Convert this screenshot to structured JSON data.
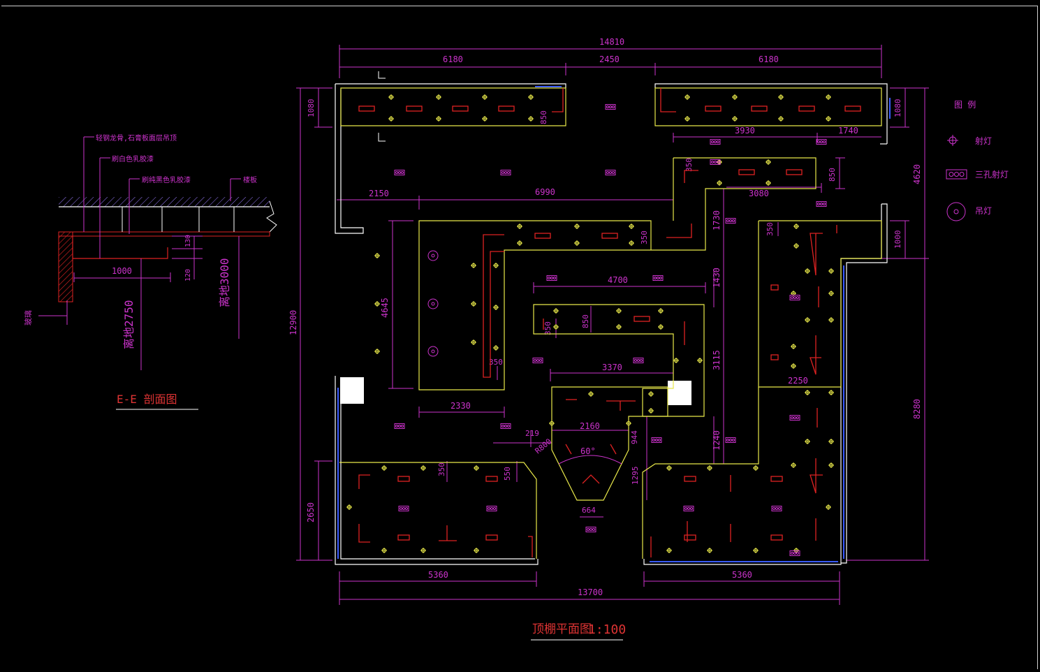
{
  "colors": {
    "background": "#000000",
    "dimension": "#cc33cc",
    "wall": "#ffffff",
    "ceiling_edge": "#e8e84a",
    "light_fixture": "#dd2222",
    "spotlight": "#e8e84a",
    "title_red": "#dd3333",
    "glass": "#3a5bff"
  },
  "plan": {
    "title": "顶棚平面图",
    "scale": "1:100",
    "dims_top": [
      "14810",
      "6180",
      "2450",
      "6180"
    ],
    "dims_bottom": [
      "5360",
      "5360",
      "13700"
    ],
    "dims_left": [
      "1080",
      "12900",
      "2650"
    ],
    "dims_right": [
      "1080",
      "4620",
      "1000",
      "8280"
    ],
    "dims_inner": [
      "3930",
      "1740",
      "850",
      "350",
      "2150",
      "6990",
      "3080",
      "350",
      "1730",
      "350",
      "4700",
      "1430",
      "4645",
      "3370",
      "350",
      "850",
      "3115",
      "2250",
      "2330",
      "219",
      "R800",
      "2160",
      "944",
      "1240",
      "60°",
      "350",
      "550",
      "1295",
      "664",
      "350",
      "850"
    ]
  },
  "legend": {
    "header": "图    例",
    "items": [
      {
        "icon": "spotlight-icon",
        "label": "射灯"
      },
      {
        "icon": "triple-spotlight-icon",
        "label": "三孔射灯"
      },
      {
        "icon": "pendant-lamp-icon",
        "label": "吊灯"
      }
    ]
  },
  "section": {
    "title": "E-E 剖面图",
    "notes": [
      "轻钢龙骨,石膏板面层吊顶",
      "刷白色乳胶漆",
      "刷纯黑色乳胶漆",
      "楼板"
    ],
    "side_label": "玻璃",
    "dims": [
      "1000",
      "130",
      "120"
    ],
    "height_labels": [
      "离地2750",
      "离地3000"
    ]
  }
}
